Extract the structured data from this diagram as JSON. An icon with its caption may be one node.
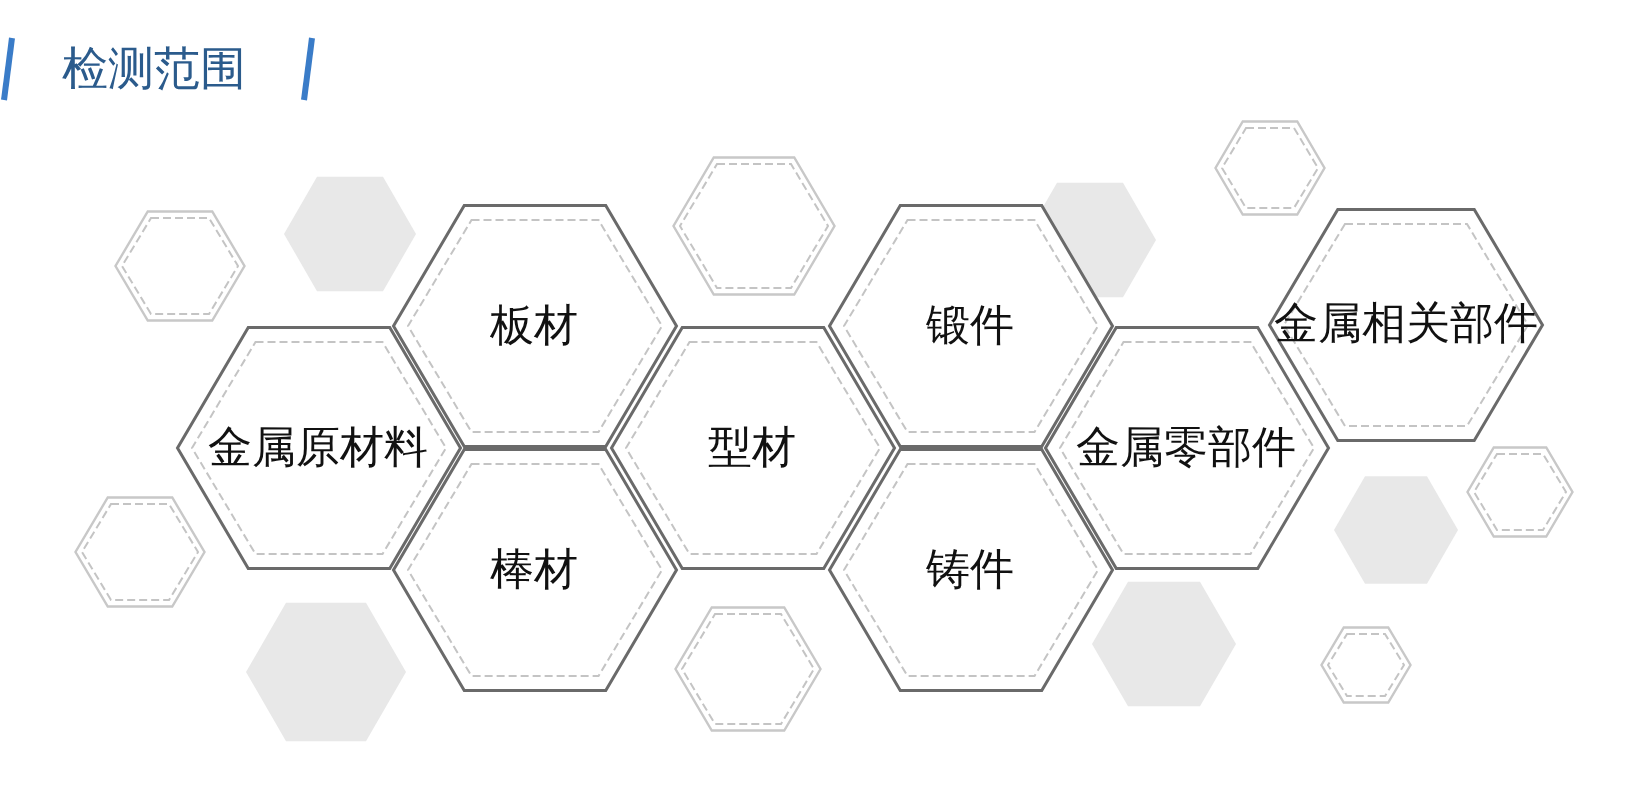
{
  "diagram": {
    "title": "检测范围",
    "nodes": [
      {
        "text": [
          "金属原材料"
        ]
      },
      {
        "text": [
          "板材"
        ]
      },
      {
        "text": [
          "棒材"
        ]
      },
      {
        "text": [
          "型材"
        ]
      },
      {
        "text": [
          "锻件"
        ]
      },
      {
        "text": [
          "铸件"
        ]
      },
      {
        "text": [
          "金属零部件"
        ]
      },
      {
        "text": [
          "金属相关部件"
        ]
      },
      {
        "text": [],
        "shape": "hexagon"
      },
      {
        "text": [],
        "shape": "hexagon"
      },
      {
        "text": [],
        "shape": "hexagon"
      },
      {
        "text": [],
        "shape": "hexagon"
      },
      {
        "text": [],
        "shape": "hexagon"
      },
      {
        "text": [],
        "shape": "hexagon"
      },
      {
        "text": [],
        "shape": "hexagon"
      }
    ]
  }
}
